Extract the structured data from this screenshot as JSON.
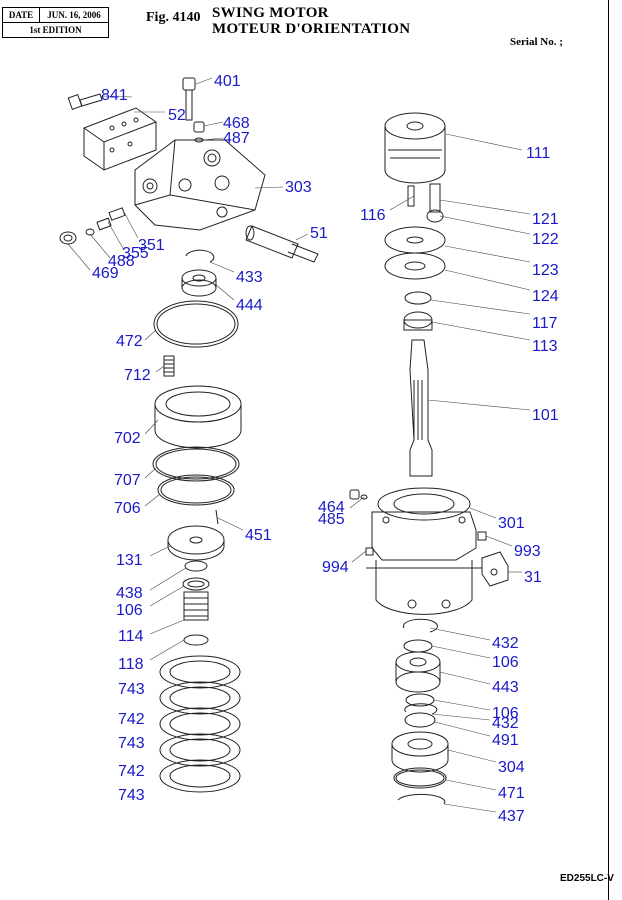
{
  "header": {
    "date_label": "DATE",
    "date_value": "JUN. 16, 2006",
    "edition": "1st EDITION",
    "figure": "Fig. 4140",
    "title_en": "SWING MOTOR",
    "title_fr": "MOTEUR D'ORIENTATION",
    "serial": "Serial No. ;"
  },
  "footer": {
    "code": "ED255LC-V"
  },
  "parts": [
    "841",
    "401",
    "52",
    "468",
    "487",
    "303",
    "51",
    "351",
    "355",
    "488",
    "469",
    "433",
    "444",
    "472",
    "712",
    "702",
    "707",
    "706",
    "451",
    "131",
    "438",
    "106",
    "114",
    "118",
    "743",
    "742",
    "111",
    "116",
    "121",
    "122",
    "123",
    "124",
    "117",
    "113",
    "101",
    "464",
    "485",
    "301",
    "993",
    "994",
    "31",
    "432",
    "443",
    "491",
    "304",
    "471",
    "437"
  ]
}
